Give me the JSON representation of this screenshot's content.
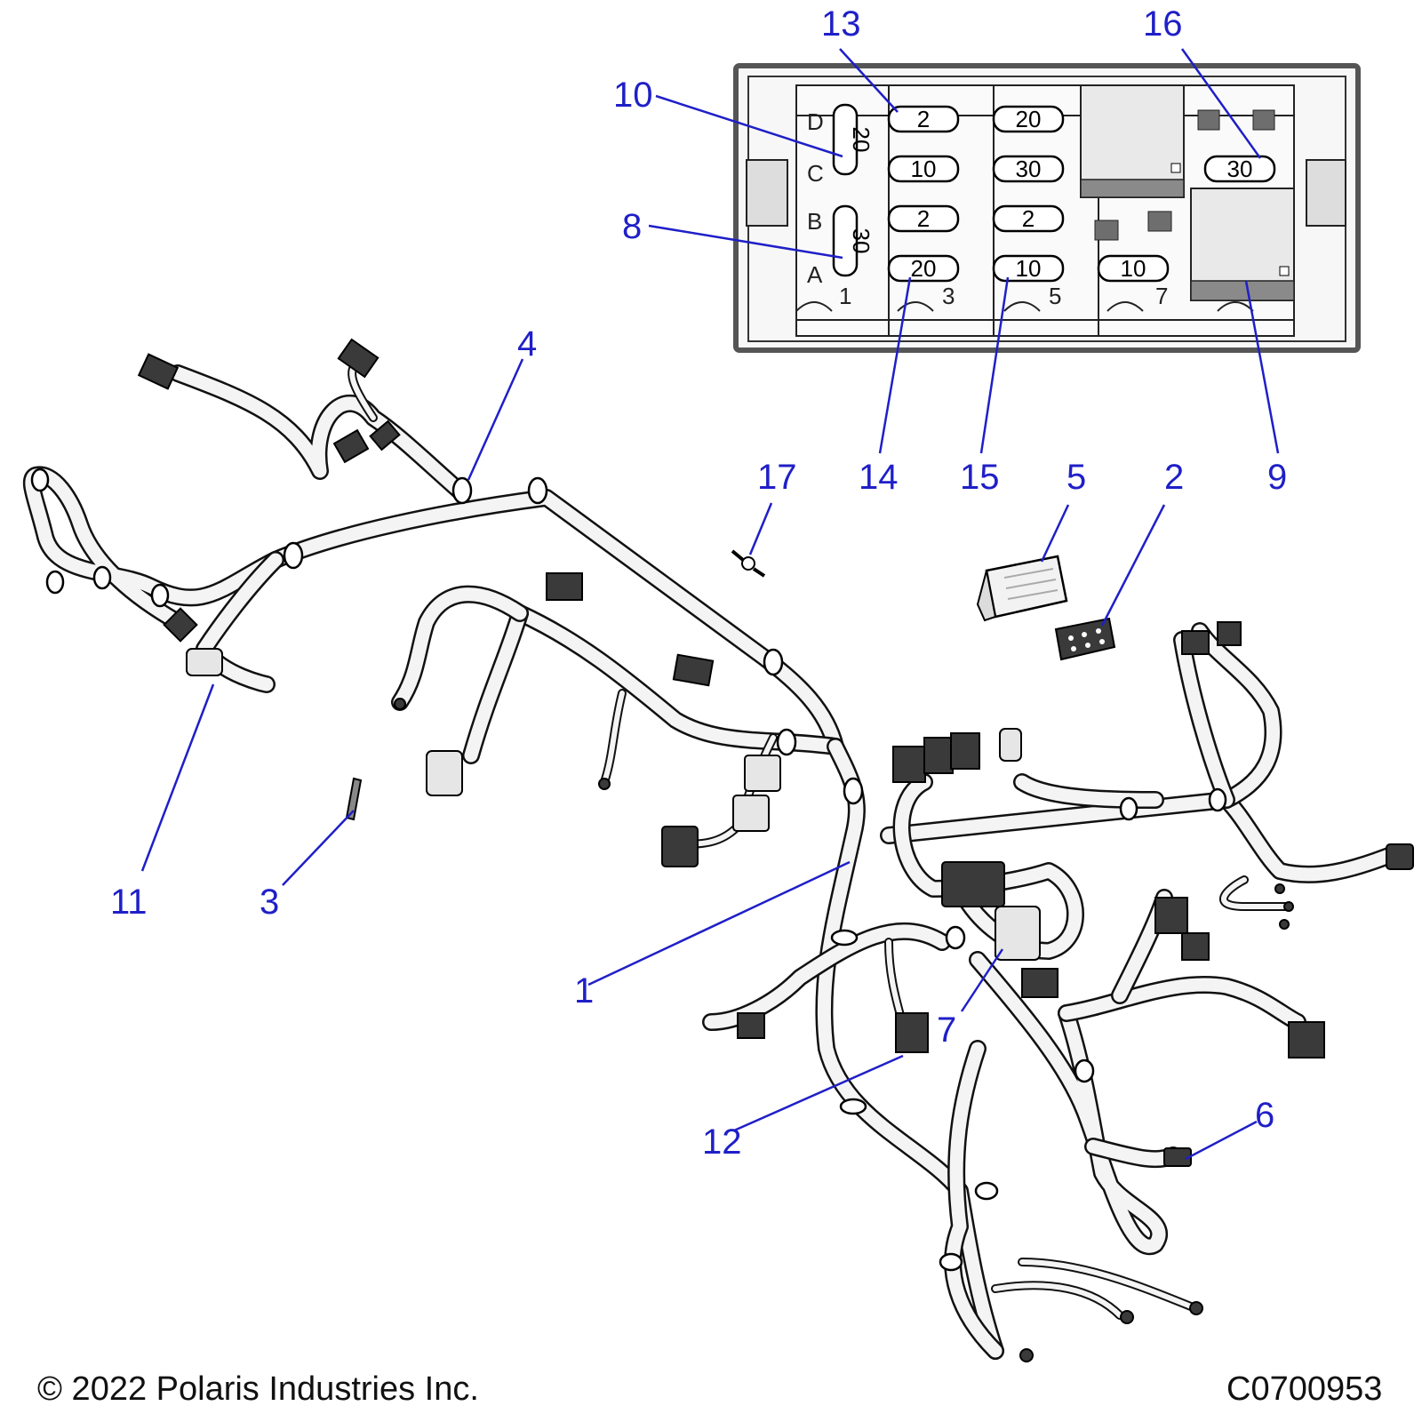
{
  "fuse_box": {
    "slot_labels": {
      "d": "D",
      "c": "C",
      "b": "B",
      "a": "A"
    },
    "vertical_fuses": {
      "upper": "20",
      "lower": "30"
    },
    "row1": {
      "left": "2",
      "right": "20"
    },
    "row2": {
      "left": "10",
      "middle": "30",
      "right": "30"
    },
    "row3": {
      "left": "2",
      "right": "2"
    },
    "row4": {
      "left": "20",
      "middle": "10",
      "right": "10"
    },
    "position_numbers": {
      "p1": "1",
      "p3": "3",
      "p5": "5",
      "p7": "7"
    }
  },
  "callouts": {
    "c1": "1",
    "c2": "2",
    "c3": "3",
    "c4": "4",
    "c5": "5",
    "c6": "6",
    "c7": "7",
    "c8": "8",
    "c9": "9",
    "c10": "10",
    "c11": "11",
    "c12": "12",
    "c13": "13",
    "c14": "14",
    "c15": "15",
    "c16": "16",
    "c17": "17"
  },
  "footer": {
    "copyright": "© 2022 Polaris Industries Inc.",
    "diagram_code": "C0700953"
  },
  "colors": {
    "callout": "#1f1fc8",
    "line_art": "#111111",
    "background": "#ffffff"
  }
}
